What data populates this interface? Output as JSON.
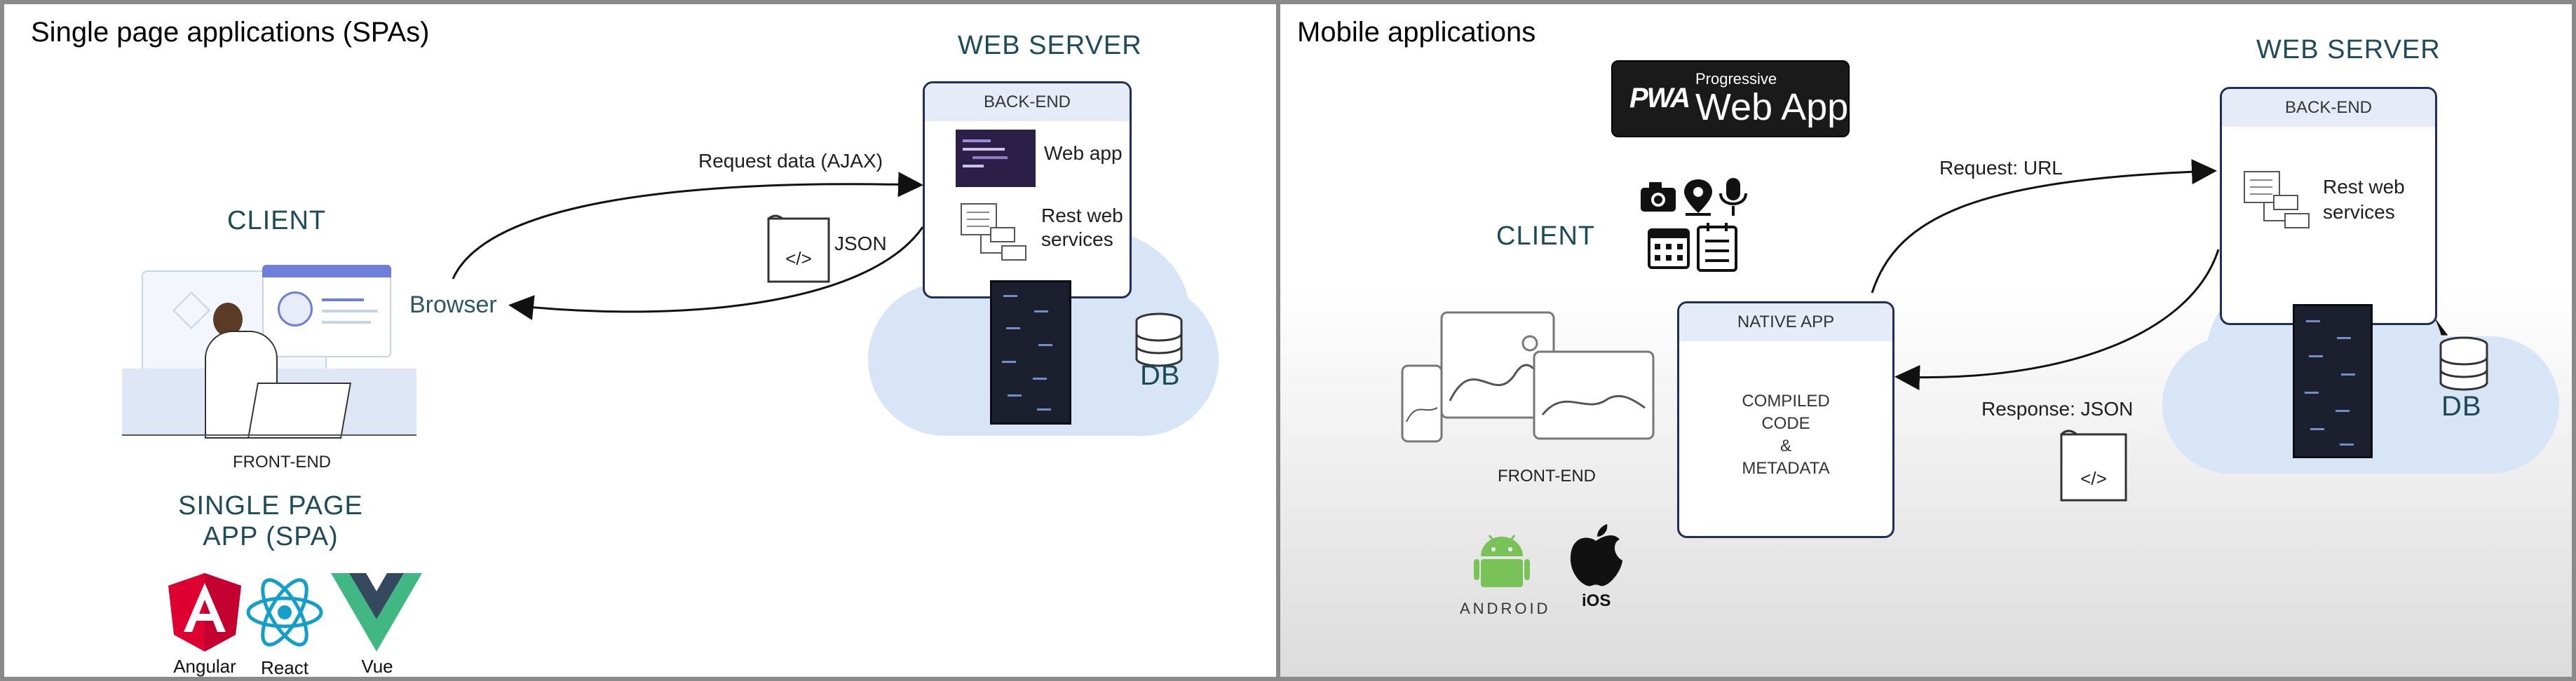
{
  "left_panel": {
    "title": "Single page applications (SPAs)",
    "web_server": {
      "heading": "WEB SERVER",
      "box_header": "BACK-END",
      "web_app": "Web app",
      "rest": "Rest web services",
      "db": "DB"
    },
    "request_label": "Request data (AJAX)",
    "json_label": "JSON",
    "json_tag": "</>",
    "client": {
      "heading": "CLIENT",
      "browser": "Browser",
      "frontend": "FRONT-END"
    },
    "spa_heading": "SINGLE PAGE APP (SPA)",
    "frameworks": [
      {
        "name": "Angular",
        "color": "#dd0031"
      },
      {
        "name": "React",
        "color": "#149eca"
      },
      {
        "name": "Vue",
        "color": "#41b883"
      }
    ]
  },
  "right_panel": {
    "title": "Mobile applications",
    "pwa_badge": {
      "logo": "PWA",
      "small": "Progressive",
      "large": "Web App"
    },
    "web_server": {
      "heading": "WEB SERVER",
      "box_header": "BACK-END",
      "rest": "Rest web services",
      "db": "DB"
    },
    "request_label": "Request: URL",
    "response_label": "Response: JSON",
    "json_tag": "</>",
    "client": {
      "heading": "CLIENT",
      "frontend": "FRONT-END"
    },
    "native_app": {
      "header": "NATIVE APP",
      "line1": "COMPILED",
      "line2": "CODE",
      "line3": "&",
      "line4": "METADATA"
    },
    "platforms": [
      {
        "name": "ANDROID",
        "color": "#78c257",
        "icon": "android-icon"
      },
      {
        "name": "iOS",
        "color": "#111111",
        "icon": "apple-icon"
      }
    ],
    "device_icons": [
      "camera-icon",
      "location-pin-icon",
      "microphone-icon",
      "calendar-icon",
      "notes-icon"
    ]
  }
}
